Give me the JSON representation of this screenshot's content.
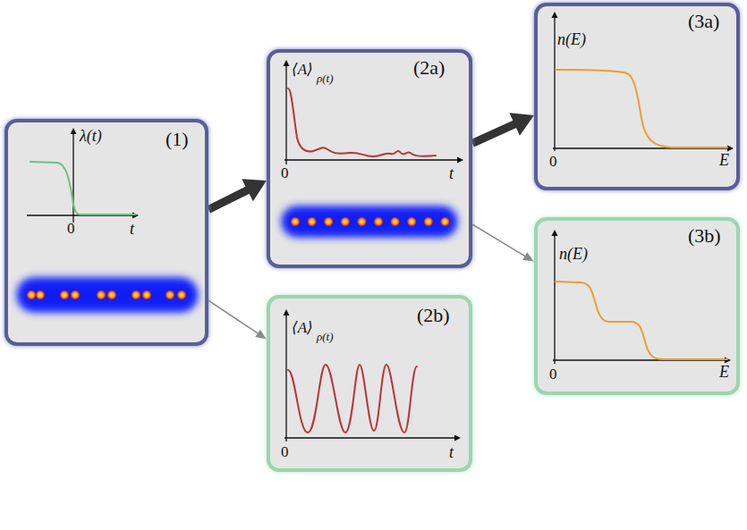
{
  "diagram": {
    "nodes": [
      {
        "text": [
          "(1)",
          "λ(t)",
          "0",
          "t"
        ]
      },
      {
        "text": [
          "(2a)",
          "⟨A⟩",
          "ρ(t)",
          "0",
          "t"
        ]
      },
      {
        "text": [
          "(3a)",
          "n(E)",
          "0",
          "E"
        ]
      },
      {
        "text": [
          "(2b)",
          "⟨A⟩",
          "ρ(t)",
          "0",
          "t"
        ]
      },
      {
        "text": [
          "(3b)",
          "n(E)",
          "0",
          "E"
        ]
      }
    ],
    "edges": [
      {
        "from": 0,
        "to": 1,
        "arrow": "to"
      },
      {
        "from": 0,
        "to": 3,
        "arrow": "to"
      },
      {
        "from": 1,
        "to": 2,
        "arrow": "to"
      },
      {
        "from": 1,
        "to": 4,
        "arrow": "to"
      }
    ]
  }
}
